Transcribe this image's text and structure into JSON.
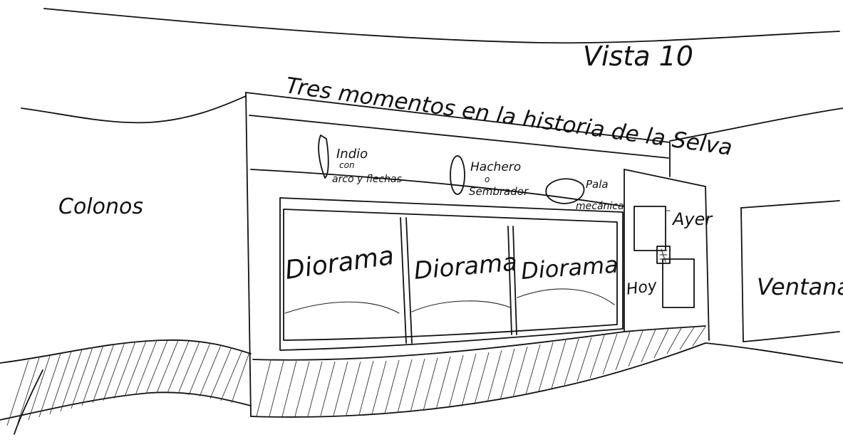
{
  "view_label": "Vista 10",
  "exhibit_title": "Tres momentos en la historia de la Selva",
  "left_wall_label": "Colonos",
  "right_wall_label": "Ventana",
  "figures": [
    {
      "line1": "Indio",
      "line2": "con",
      "line3": "arco y flechas"
    },
    {
      "line1": "Hachero",
      "line2": "o",
      "line3": "Sembrador"
    },
    {
      "line1": "Pala",
      "line2": "mecánica"
    }
  ],
  "dioramas": [
    "Diorama",
    "Diorama",
    "Diorama"
  ],
  "side_panel": {
    "label_top": "Ayer",
    "label_bottom": "Hoy"
  }
}
